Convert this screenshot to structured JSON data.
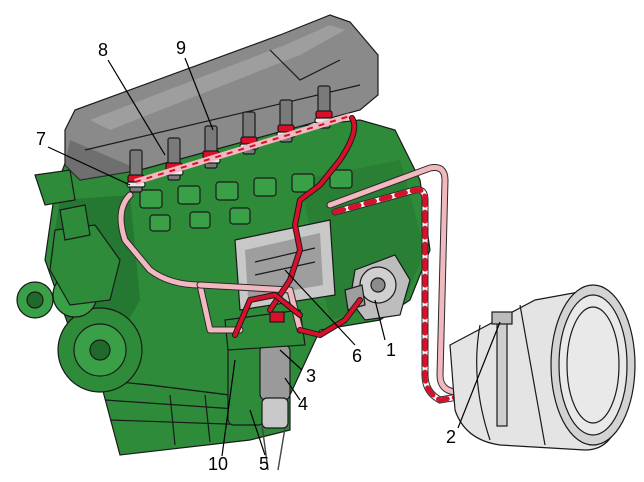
{
  "callouts": [
    {
      "id": "1",
      "label": "1"
    },
    {
      "id": "2",
      "label": "2"
    },
    {
      "id": "3",
      "label": "3"
    },
    {
      "id": "4",
      "label": "4"
    },
    {
      "id": "5",
      "label": "5"
    },
    {
      "id": "6",
      "label": "6"
    },
    {
      "id": "7",
      "label": "7"
    },
    {
      "id": "8",
      "label": "8"
    },
    {
      "id": "9",
      "label": "9"
    },
    {
      "id": "10",
      "label": "10"
    }
  ],
  "colors": {
    "engine_green": "#2e8b3a",
    "engine_green_dark": "#1f6a2a",
    "valve_cover": "#8a8a8a",
    "valve_cover_dark": "#5e5e5e",
    "fuel_supply_red": "#d8102a",
    "fuel_return_pink": "#f2b8c0",
    "tank_grey": "#e4e4e4",
    "outline": "#1a1a1a"
  },
  "icons": [
    "engine-block",
    "valve-cover",
    "fuel-injector",
    "fuel-tank",
    "fuel-filter",
    "feed-pump",
    "engine-control-unit"
  ]
}
